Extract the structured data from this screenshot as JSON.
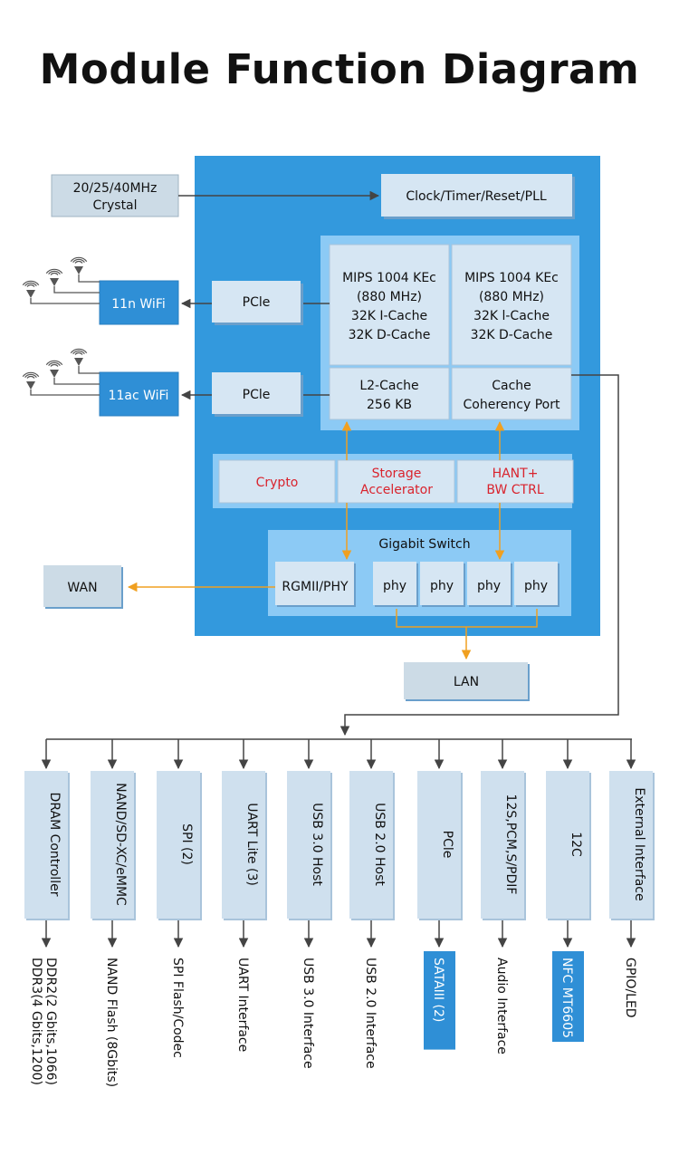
{
  "title": "Module Function Diagram",
  "colors": {
    "soc_background": "#3399dd",
    "inner_panel": "#8ccaf5",
    "block_fill": "#d6e6f3",
    "block_shadow": "#6a9fcb",
    "external_block": "#ccdbe6",
    "highlight_block": "#2f8fd6",
    "accent_red": "#d9232d",
    "data_path_orange": "#f0a020",
    "connector_gray": "#444444"
  },
  "external": {
    "crystal": [
      "20/25/40MHz",
      "Crystal"
    ],
    "wifi_11n": "11n WiFi",
    "wifi_11ac": "11ac WiFi",
    "wan": "WAN",
    "lan": "LAN"
  },
  "soc": {
    "clock": "Clock/Timer/Reset/PLL",
    "pcie_1": "PCle",
    "pcie_2": "PCle",
    "cpu_core_1": [
      "MIPS 1004 KEc",
      "(880 MHz)",
      "32K I-Cache",
      "32K D-Cache"
    ],
    "cpu_core_2": [
      "MIPS 1004 KEc",
      "(880 MHz)",
      "32K l-Cache",
      "32K D-Cache"
    ],
    "l2_cache": [
      "L2-Cache",
      "256 KB"
    ],
    "cache_port": [
      "Cache",
      "Coherency Port"
    ],
    "accelerators": {
      "crypto": "Crypto",
      "storage": [
        "Storage",
        "Accelerator"
      ],
      "hant": [
        "HANT+",
        "BW CTRL"
      ]
    },
    "switch": {
      "title": "Gigabit Switch",
      "rgmii": "RGMII/PHY",
      "phys": [
        "phy",
        "phy",
        "phy",
        "phy"
      ]
    }
  },
  "peripherals": [
    {
      "block": "DRAM Controller",
      "output": [
        "DDR2(2 Gbits,1066)",
        "DDR3(4 Gbits,1200)"
      ],
      "highlight": false
    },
    {
      "block": "NAND/SD-XC/eMMC",
      "output": [
        "NAND Flash (8Gbits)"
      ],
      "highlight": false
    },
    {
      "block": "SPI (2)",
      "output": [
        "SPI Flash/Codec"
      ],
      "highlight": false
    },
    {
      "block": "UART Lite (3)",
      "output": [
        "UART Interface"
      ],
      "highlight": false
    },
    {
      "block": "USB 3.0 Host",
      "output": [
        "USB 3.0 Interface"
      ],
      "highlight": false
    },
    {
      "block": "USB 2.0 Host",
      "output": [
        "USB 2.0 Interface"
      ],
      "highlight": false
    },
    {
      "block": "PCle",
      "output": [
        "SATAIII (2)"
      ],
      "highlight": true
    },
    {
      "block": "12S,PCM,S/PDIF",
      "output": [
        "Audio Interface"
      ],
      "highlight": false
    },
    {
      "block": "12C",
      "output": [
        "NFC MT6605"
      ],
      "highlight": true
    },
    {
      "block": "External Interface",
      "output": [
        "GPIO/LED"
      ],
      "highlight": false
    }
  ]
}
